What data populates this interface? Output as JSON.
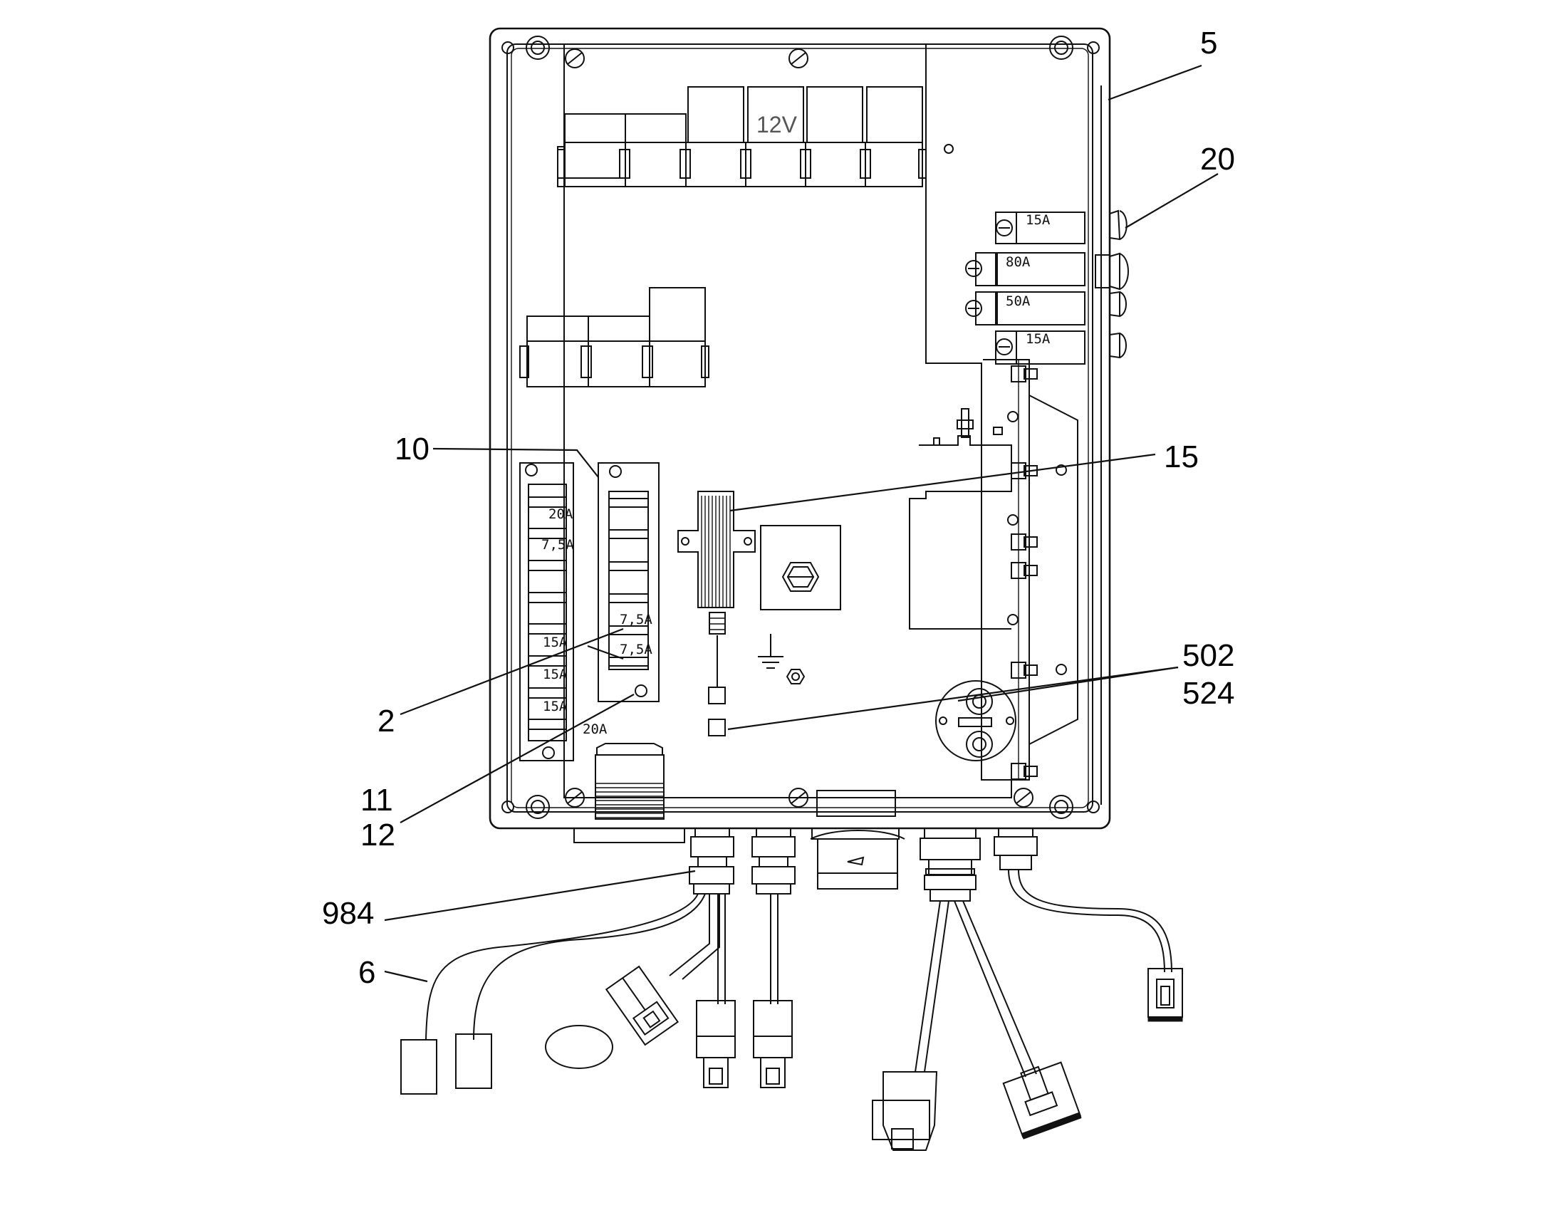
{
  "diagram": {
    "callouts": {
      "c5": "5",
      "c20": "20",
      "c10": "10",
      "c15": "15",
      "c502": "502",
      "c524": "524",
      "c2": "2",
      "c11": "11",
      "c12": "12",
      "c984": "984",
      "c6": "6"
    },
    "relay_voltage": "12V",
    "side_fuses": [
      "15A",
      "80A",
      "50A",
      "15A"
    ],
    "fuse_block_left": [
      "20A",
      "7,5A",
      "15A",
      "15A",
      "15A"
    ],
    "fuse_block_left_bottom": "20A",
    "fuse_block_right": [
      "7,5A",
      "7,5A"
    ]
  }
}
